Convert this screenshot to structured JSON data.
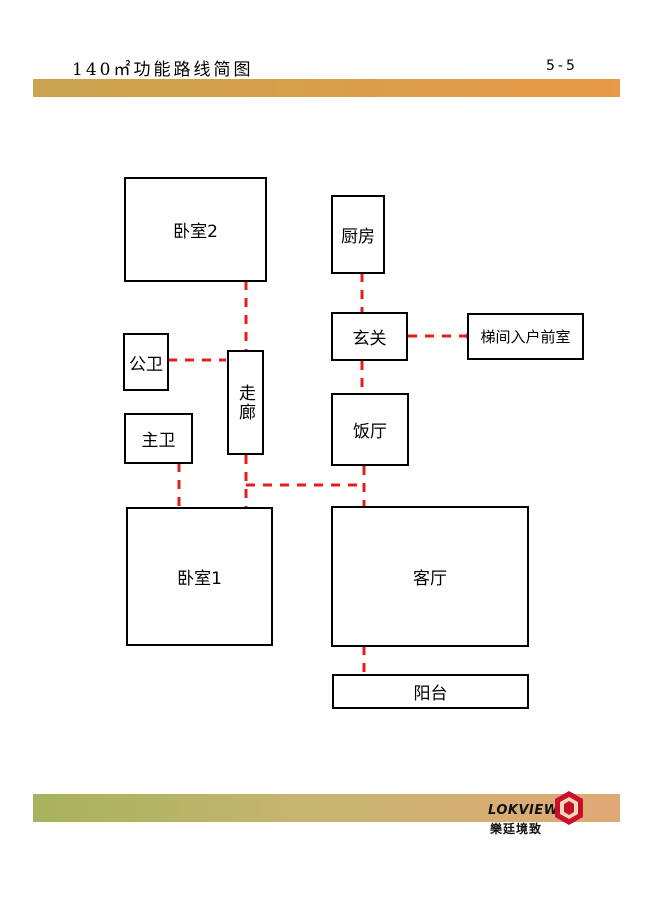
{
  "header": {
    "title": "140㎡功能路线简图",
    "page_number": "5-5"
  },
  "rooms": {
    "bedroom2": "卧室2",
    "kitchen": "厨房",
    "foyer": "玄关",
    "elevator_lobby": "梯间入户前室",
    "public_bath": "公卫",
    "corridor": "走廊",
    "master_bath": "主卫",
    "dining": "饭厅",
    "bedroom1": "卧室1",
    "living": "客厅",
    "balcony": "阳台"
  },
  "logo": {
    "wordmark": "LOKVIEW",
    "chinese": "樂廷境致"
  },
  "colors": {
    "flow_line": "#e41e1e",
    "top_band_start": "#c9a451",
    "top_band_end": "#e79a47",
    "bottom_band_start": "#a7b35d",
    "bottom_band_end": "#e0a876",
    "logo_red": "#c8102e"
  }
}
